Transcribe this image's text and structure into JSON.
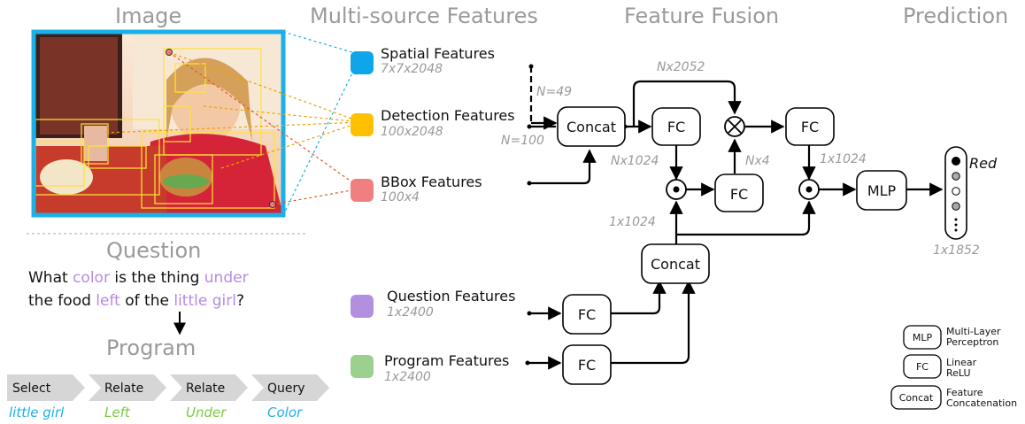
{
  "headers": {
    "image": "Image",
    "features": "Multi-source Features",
    "fusion": "Feature Fusion",
    "prediction": "Prediction"
  },
  "colors": {
    "spatial": "#0ea5e9",
    "detection": "#ffc000",
    "bbox": "#f08080",
    "question": "#b38fe0",
    "program": "#9bd08e",
    "frame": "#1cb0e6"
  },
  "features": [
    {
      "id": "spatial",
      "label": "Spatial Features",
      "dim": "7x7x2048"
    },
    {
      "id": "detection",
      "label": "Detection Features",
      "dim": "100x2048"
    },
    {
      "id": "bbox",
      "label": "BBox Features",
      "dim": "100x4"
    },
    {
      "id": "question",
      "label": "Question Features",
      "dim": "1x2400"
    },
    {
      "id": "program",
      "label": "Program Features",
      "dim": "1x2400"
    }
  ],
  "fusion": {
    "concat_label": "Concat",
    "fc_label": "FC",
    "mlp_label": "MLP",
    "n49": "N=49",
    "n100": "N=100",
    "nx2052": "Nx2052",
    "nx1024": "Nx1024",
    "nx4": "Nx4",
    "d1x1024_a": "1x1024",
    "d1x1024_b": "1x1024",
    "d1x1852": "1x1852"
  },
  "prediction": {
    "answer": "Red"
  },
  "question_section": {
    "title": "Question",
    "line1": [
      "What ",
      "color",
      " is the thing ",
      "under"
    ],
    "line2": [
      "the food ",
      "left",
      " of the ",
      "little girl",
      "?"
    ]
  },
  "program_section": {
    "title": "Program",
    "steps": [
      {
        "op": "Select",
        "arg": "little girl",
        "arg_color": "#1cb0e6"
      },
      {
        "op": "Relate",
        "arg": "Left",
        "arg_color": "#7ac943"
      },
      {
        "op": "Relate",
        "arg": "Under",
        "arg_color": "#7ac943"
      },
      {
        "op": "Query",
        "arg": "Color",
        "arg_color": "#1cb0e6"
      }
    ]
  },
  "legend": [
    {
      "key": "MLP",
      "desc1": "Multi-Layer",
      "desc2": "Perceptron"
    },
    {
      "key": "FC",
      "desc1": "Linear",
      "desc2": "ReLU"
    },
    {
      "key": "Concat",
      "desc1": "Feature",
      "desc2": "Concatenation"
    }
  ]
}
